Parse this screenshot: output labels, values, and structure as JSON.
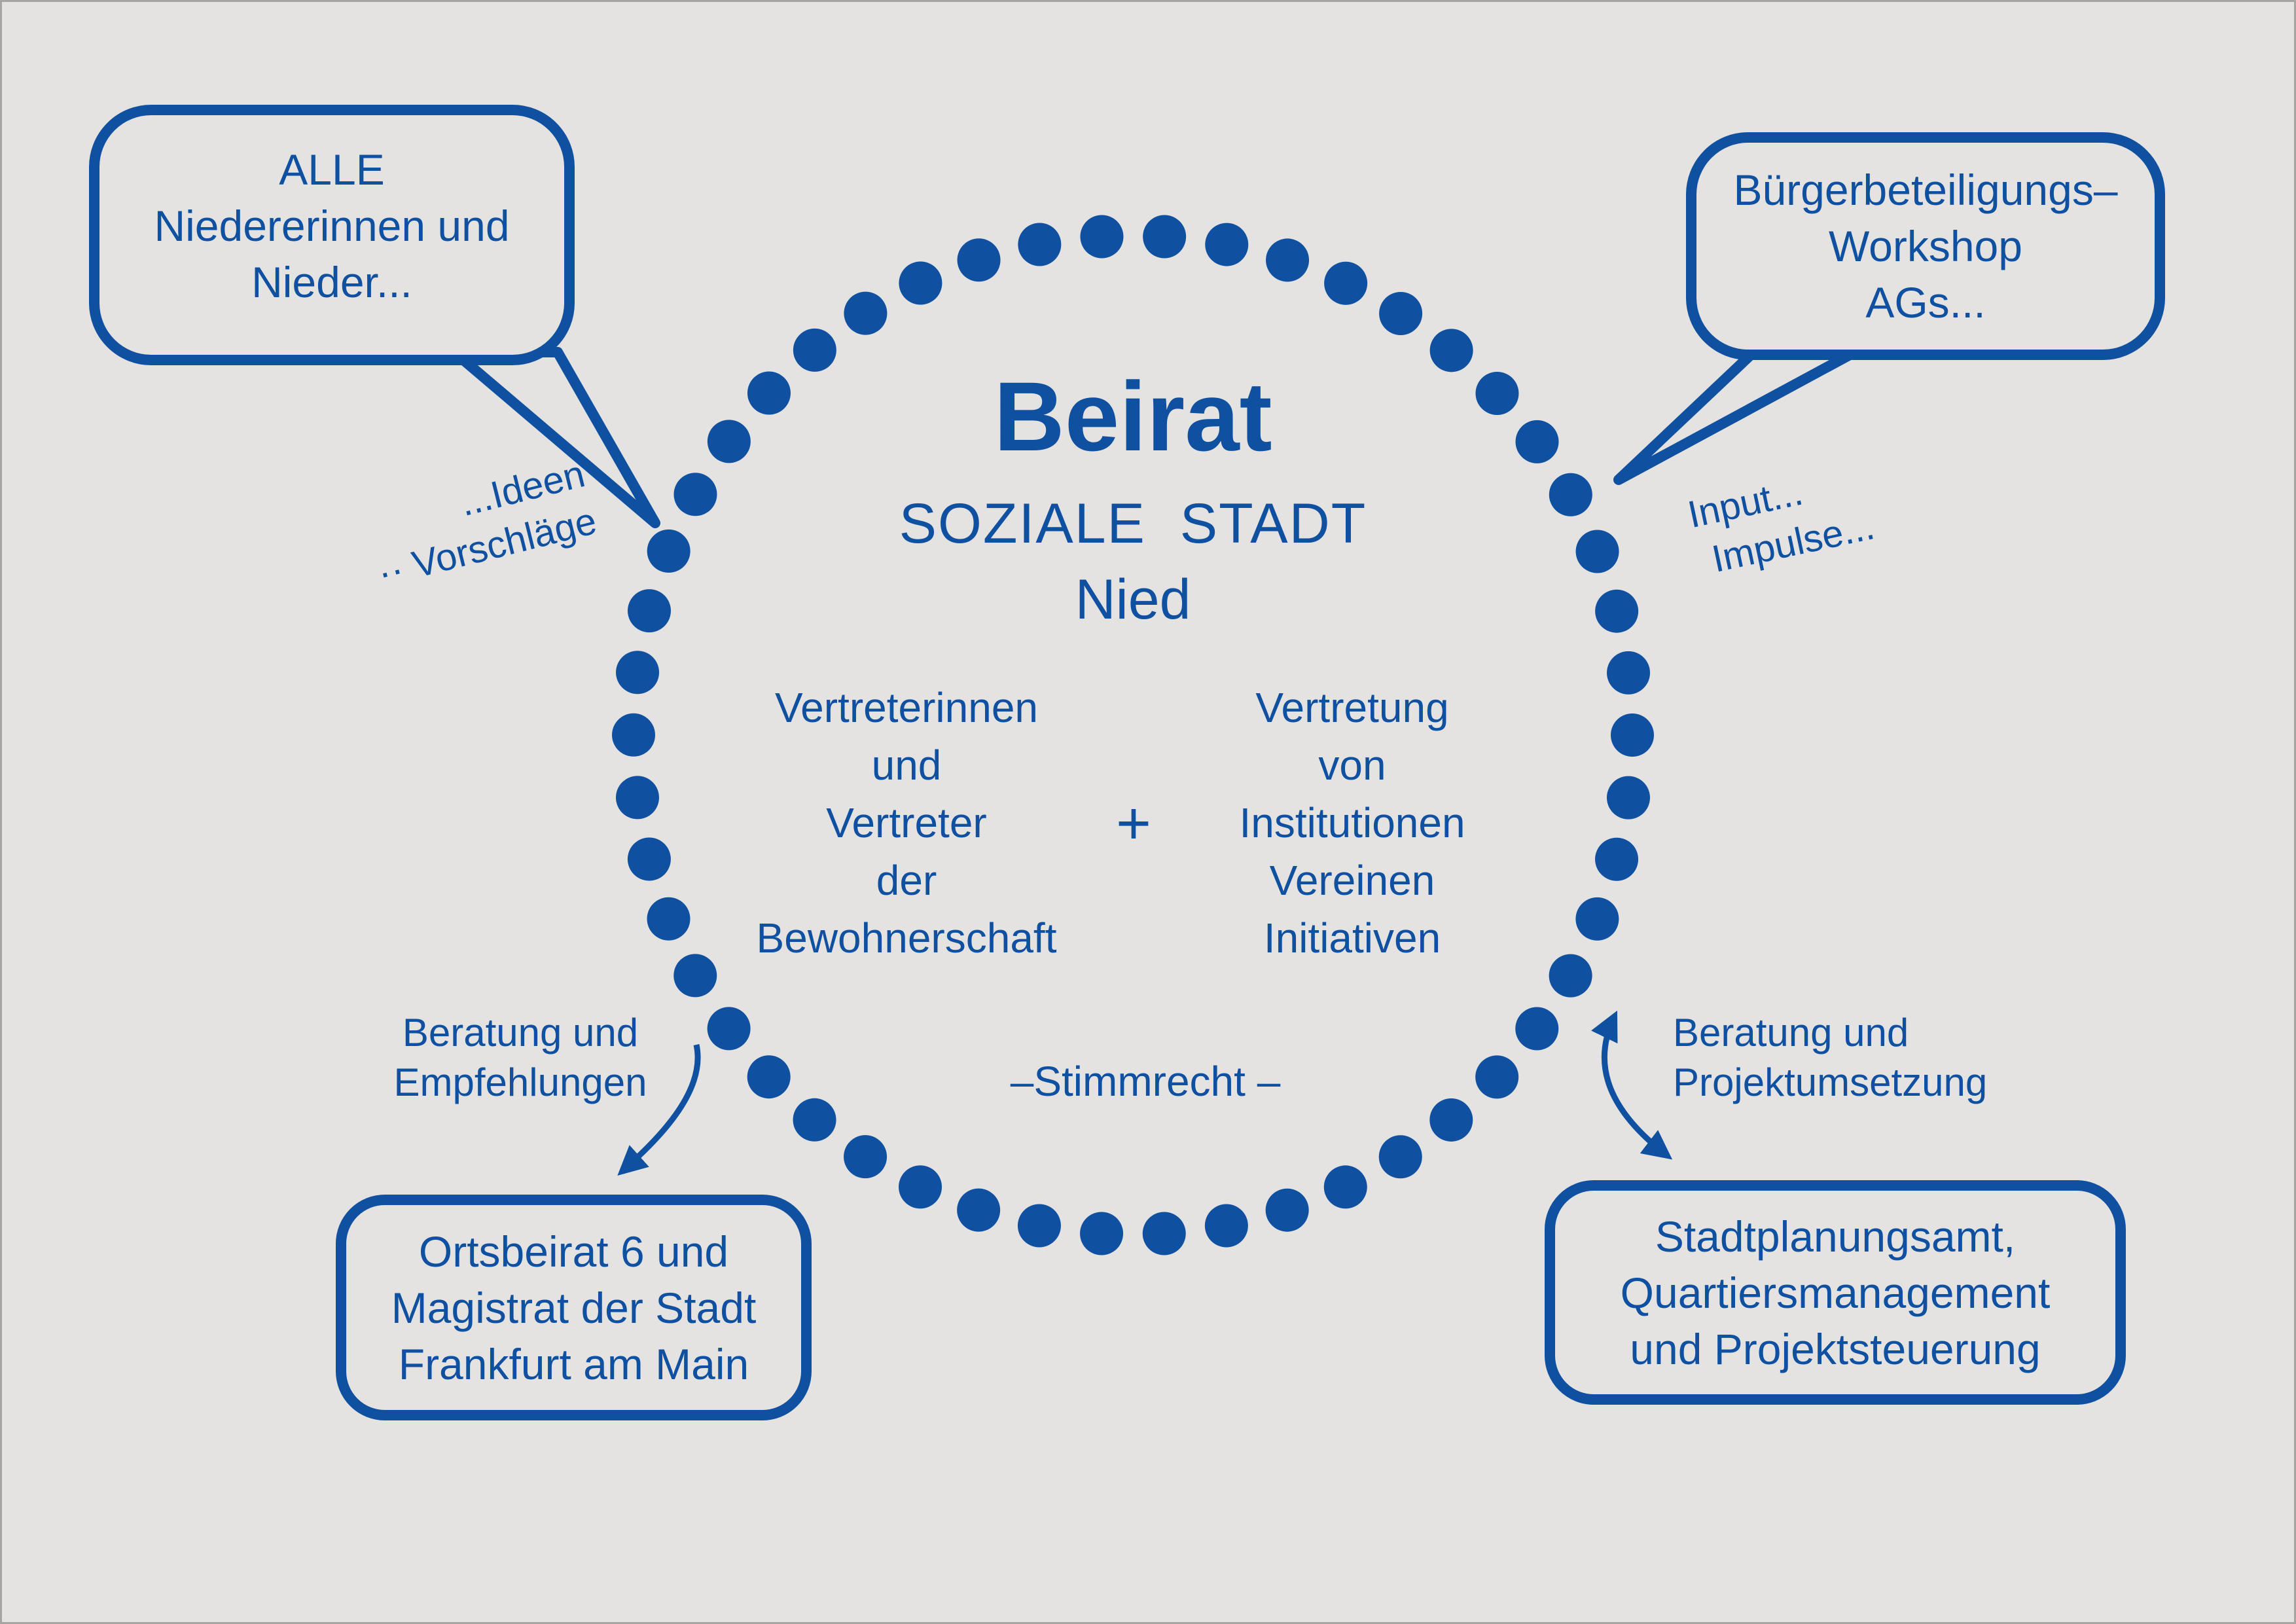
{
  "colors": {
    "primary_blue": "#0f50a1",
    "background": "#e4e3e1"
  },
  "circle": {
    "title": "Beirat",
    "subtitle_line1": "SOZIALE STADT",
    "subtitle_line2": "Nied",
    "left_group": {
      "lines": [
        "Vertreterinnen",
        "und",
        "Vertreter",
        "der",
        "Bewohnerschaft"
      ]
    },
    "plus_sign": "+",
    "right_group": {
      "lines": [
        "Vertretung",
        "von",
        "Institutionen",
        "Vereinen",
        "Initiativen"
      ]
    },
    "voting_note": "–Stimmrecht –"
  },
  "speech_bubbles": {
    "top_left": {
      "lines": [
        "ALLE",
        "Niedererinnen und",
        "Nieder..."
      ]
    },
    "top_right": {
      "lines": [
        "Bürgerbeteiligungs–",
        "Workshop",
        "AGs..."
      ]
    }
  },
  "boxes": {
    "bottom_left": {
      "lines": [
        "Ortsbeirat 6 und",
        "Magistrat der Stadt",
        "Frankfurt am Main"
      ]
    },
    "bottom_right": {
      "lines": [
        "Stadtplanungsamt,",
        "Quartiersmanagement",
        "und Projektsteuerung"
      ]
    }
  },
  "annotations": {
    "ideas": {
      "lines": [
        "...Ideen",
        "·· Vorschläge"
      ]
    },
    "input": {
      "lines": [
        "Input...",
        "Impulse..."
      ]
    },
    "advice_left": {
      "lines": [
        "Beratung und",
        "Empfehlungen"
      ]
    },
    "advice_right": {
      "lines": [
        "Beratung und",
        "Projektumsetzung"
      ]
    }
  }
}
